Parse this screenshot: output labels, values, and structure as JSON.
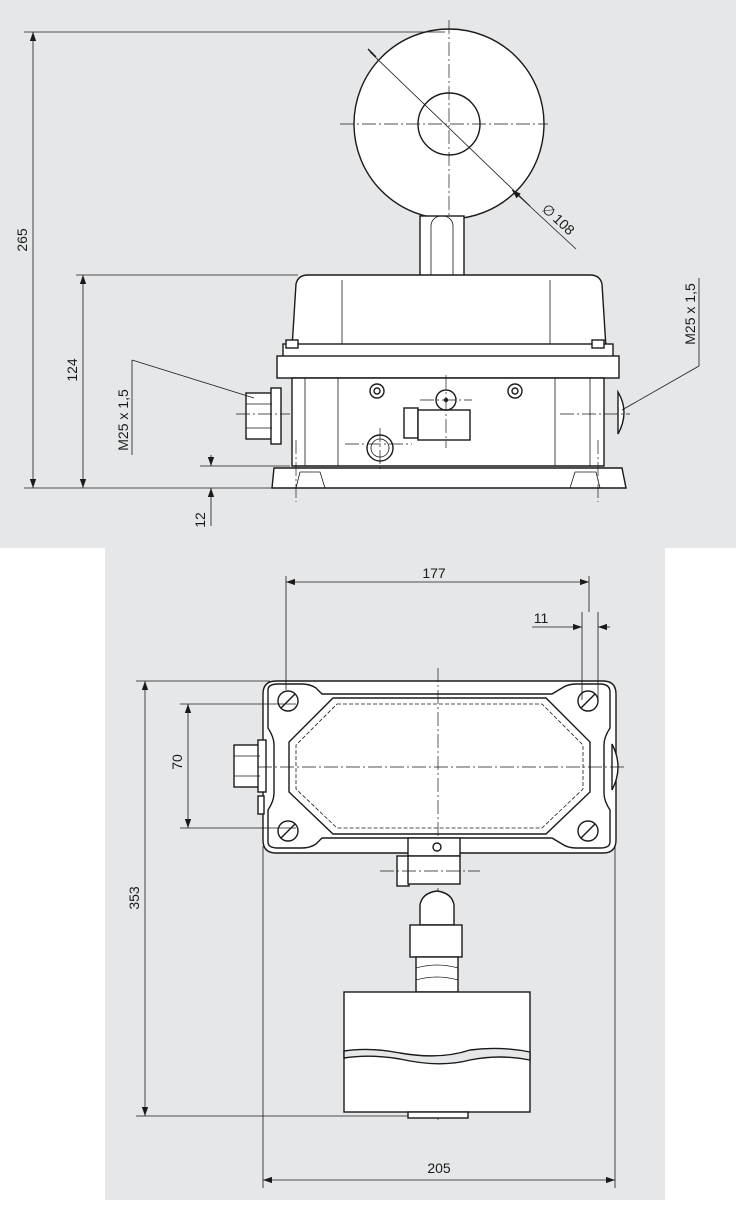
{
  "front_view": {
    "dim_height_total": "265",
    "dim_housing_height": "124",
    "dim_base_offset": "12",
    "dim_float_diameter": "108",
    "diameter_symbol": "∅",
    "thread_left": "M25 x 1,5",
    "thread_right": "M25 x 1,5"
  },
  "top_view": {
    "dim_screw_spacing": "177",
    "dim_offset": "11",
    "dim_inner_height": "70",
    "dim_total_length": "353",
    "dim_total_width": "205"
  }
}
